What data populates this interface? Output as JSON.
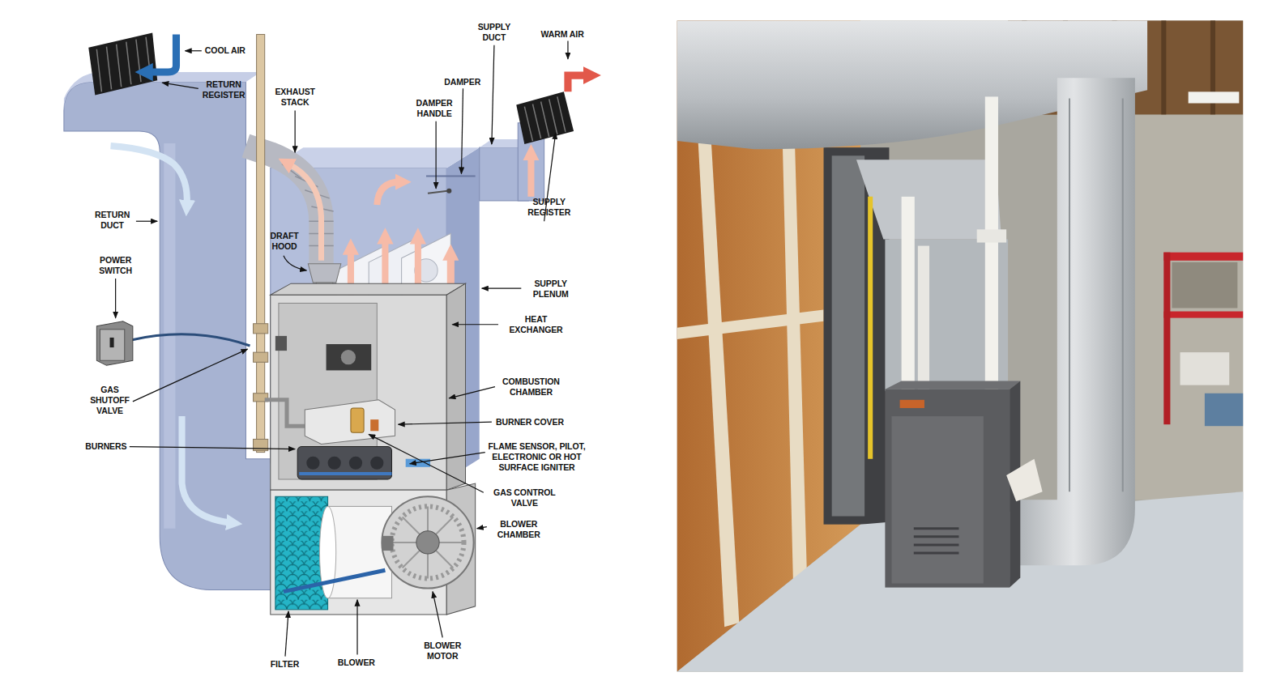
{
  "diagram": {
    "labels": [
      "COOL AIR",
      "RETURN REGISTER",
      "EXHAUST STACK",
      "SUPPLY DUCT",
      "WARM AIR",
      "DAMPER",
      "DAMPER HANDLE",
      "RETURN DUCT",
      "DRAFT HOOD",
      "SUPPLY REGISTER",
      "POWER SWITCH",
      "SUPPLY PLENUM",
      "HEAT EXCHANGER",
      "GAS SHUTOFF VALVE",
      "COMBUSTION CHAMBER",
      "BURNER COVER",
      "BURNERS",
      "FLAME SENSOR, PILOT, ELECTRONIC OR HOT SURFACE IGNITER",
      "GAS CONTROL VALVE",
      "BLOWER CHAMBER",
      "BLOWER MOTOR",
      "FILTER",
      "BLOWER"
    ]
  }
}
